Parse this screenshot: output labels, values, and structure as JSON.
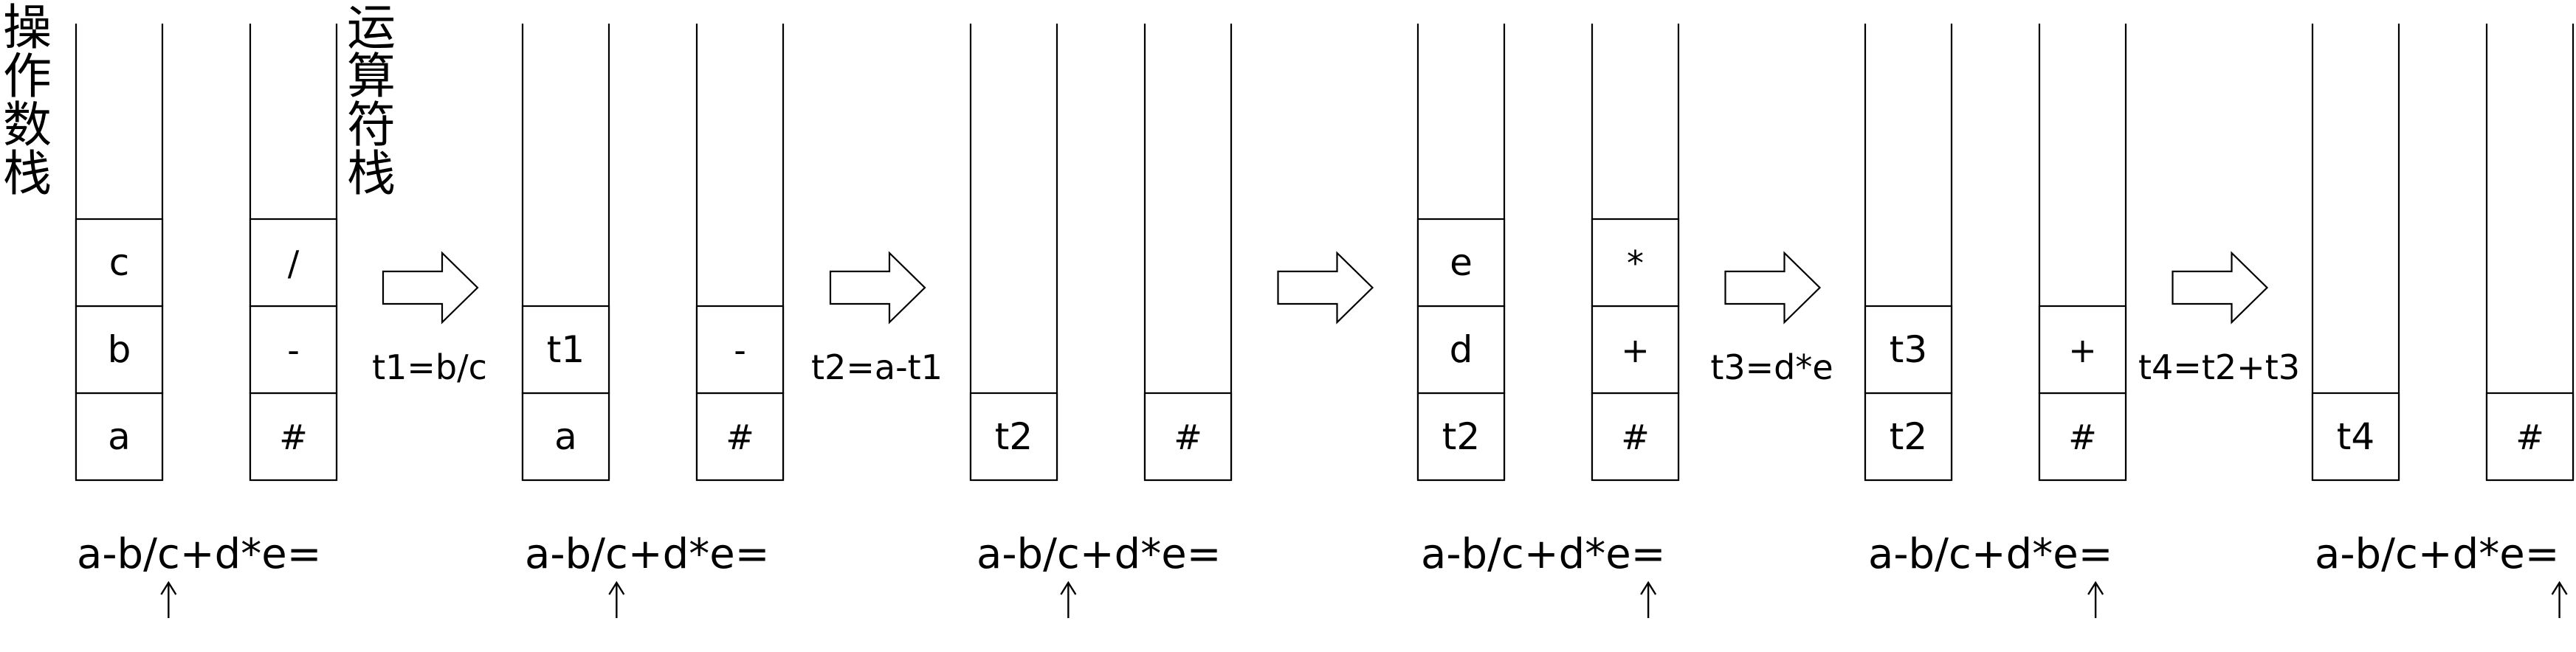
{
  "labels": {
    "operand_stack": "操作数栈",
    "operator_stack": "运算符栈"
  },
  "expression": "a-b/c+d*e=",
  "stages": [
    {
      "operands": [
        "a",
        "b",
        "c"
      ],
      "operators": [
        "#",
        "-",
        "/"
      ],
      "pointer_index": 4
    },
    {
      "operands": [
        "a",
        "t1"
      ],
      "operators": [
        "#",
        "-"
      ],
      "pointer_index": 4
    },
    {
      "operands": [
        "t2"
      ],
      "operators": [
        "#"
      ],
      "pointer_index": 4
    },
    {
      "operands": [
        "t2",
        "d",
        "e"
      ],
      "operators": [
        "#",
        "+",
        "*"
      ],
      "pointer_index": 9
    },
    {
      "operands": [
        "t2",
        "t3"
      ],
      "operators": [
        "#",
        "+"
      ],
      "pointer_index": 9
    },
    {
      "operands": [
        "t4"
      ],
      "operators": [
        "#"
      ],
      "pointer_index": 10
    }
  ],
  "transitions": [
    {
      "label": "t1=b/c"
    },
    {
      "label": "t2=a-t1"
    },
    {
      "label": ""
    },
    {
      "label": "t3=d*e"
    },
    {
      "label": "t4=t2+t3"
    }
  ]
}
